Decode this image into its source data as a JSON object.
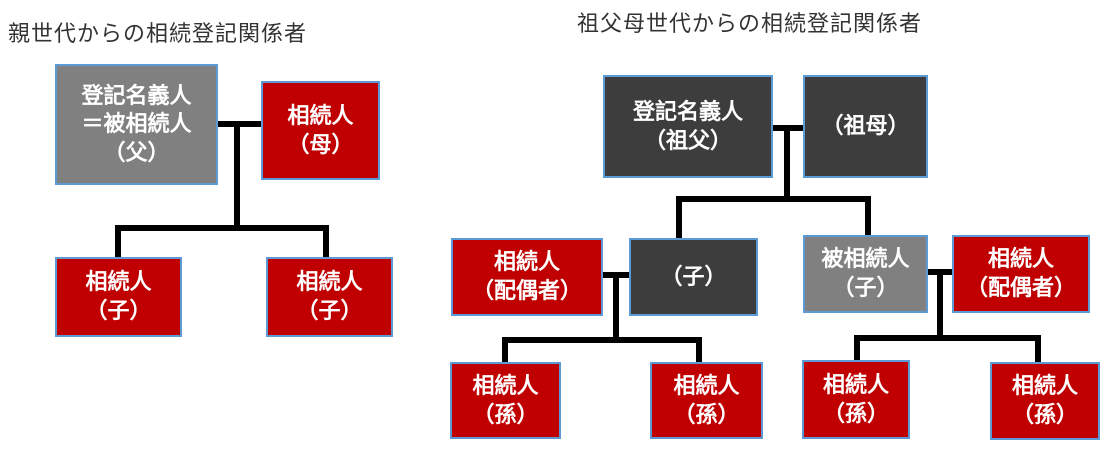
{
  "colors": {
    "heir_red": "#C00000",
    "deceased_gray": "#808080",
    "nonparty_dark": "#3D3D3D",
    "box_border_blue": "#5B9BD5",
    "connector_black": "#000000",
    "title_text": "#333333"
  },
  "left": {
    "title": "親世代からの相続登記関係者",
    "nodes": {
      "owner": {
        "lines": [
          "登記名義人",
          "＝被相続人",
          "（父）"
        ]
      },
      "mother": {
        "lines": [
          "相続人",
          "（母）"
        ]
      },
      "child1": {
        "lines": [
          "相続人",
          "（子）"
        ]
      },
      "child2": {
        "lines": [
          "相続人",
          "（子）"
        ]
      }
    }
  },
  "right": {
    "title": "祖父母世代からの相続登記関係者",
    "nodes": {
      "grandfather": {
        "lines": [
          "登記名義人",
          "（祖父）"
        ]
      },
      "grandmother": {
        "lines": [
          "（祖母）"
        ]
      },
      "spouse_left": {
        "lines": [
          "相続人",
          "（配偶者）"
        ]
      },
      "child": {
        "lines": [
          "（子）"
        ]
      },
      "deceased_child": {
        "lines": [
          "被相続人",
          "（子）"
        ]
      },
      "spouse_right": {
        "lines": [
          "相続人",
          "（配偶者）"
        ]
      },
      "grandchild1": {
        "lines": [
          "相続人",
          "（孫）"
        ]
      },
      "grandchild2": {
        "lines": [
          "相続人",
          "（孫）"
        ]
      },
      "grandchild3": {
        "lines": [
          "相続人",
          "（孫）"
        ]
      },
      "grandchild4": {
        "lines": [
          "相続人",
          "（孫）"
        ]
      }
    }
  }
}
